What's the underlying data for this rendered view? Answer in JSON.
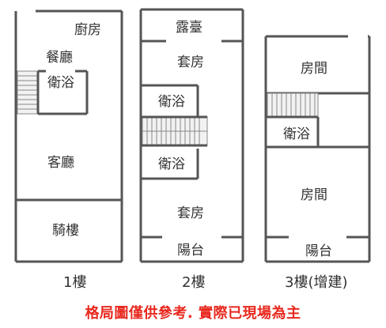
{
  "floor1": {
    "rooms": {
      "kitchen": "廚房",
      "dining": "餐廳",
      "bath": "衛浴",
      "living": "客廳",
      "arcade": "騎樓"
    },
    "label": "1樓"
  },
  "floor2": {
    "rooms": {
      "terrace": "露臺",
      "suite_top": "套房",
      "bath_top": "衛浴",
      "bath_bottom": "衛浴",
      "suite_bottom": "套房",
      "balcony": "陽台"
    },
    "label": "2樓"
  },
  "floor3": {
    "rooms": {
      "room_top": "房間",
      "bath": "衛浴",
      "room_bottom": "房間",
      "balcony": "陽台"
    },
    "label": "3樓(增建)"
  },
  "caption": "格局圖僅供參考. 實際已現場為主",
  "colors": {
    "wall": "#555555",
    "caption": "#e8281e",
    "text": "#333333"
  }
}
